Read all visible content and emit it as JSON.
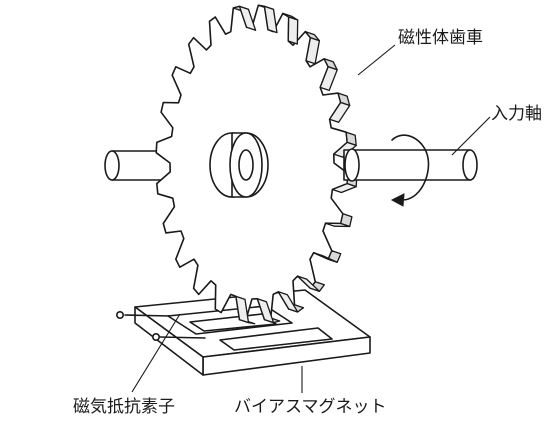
{
  "labels": {
    "gear": "磁性体歯車",
    "shaft": "入力軸",
    "resistor": "磁気抵抗素子",
    "magnet": "バイアスマグネット"
  },
  "gear": {
    "tooth_count": 24
  }
}
